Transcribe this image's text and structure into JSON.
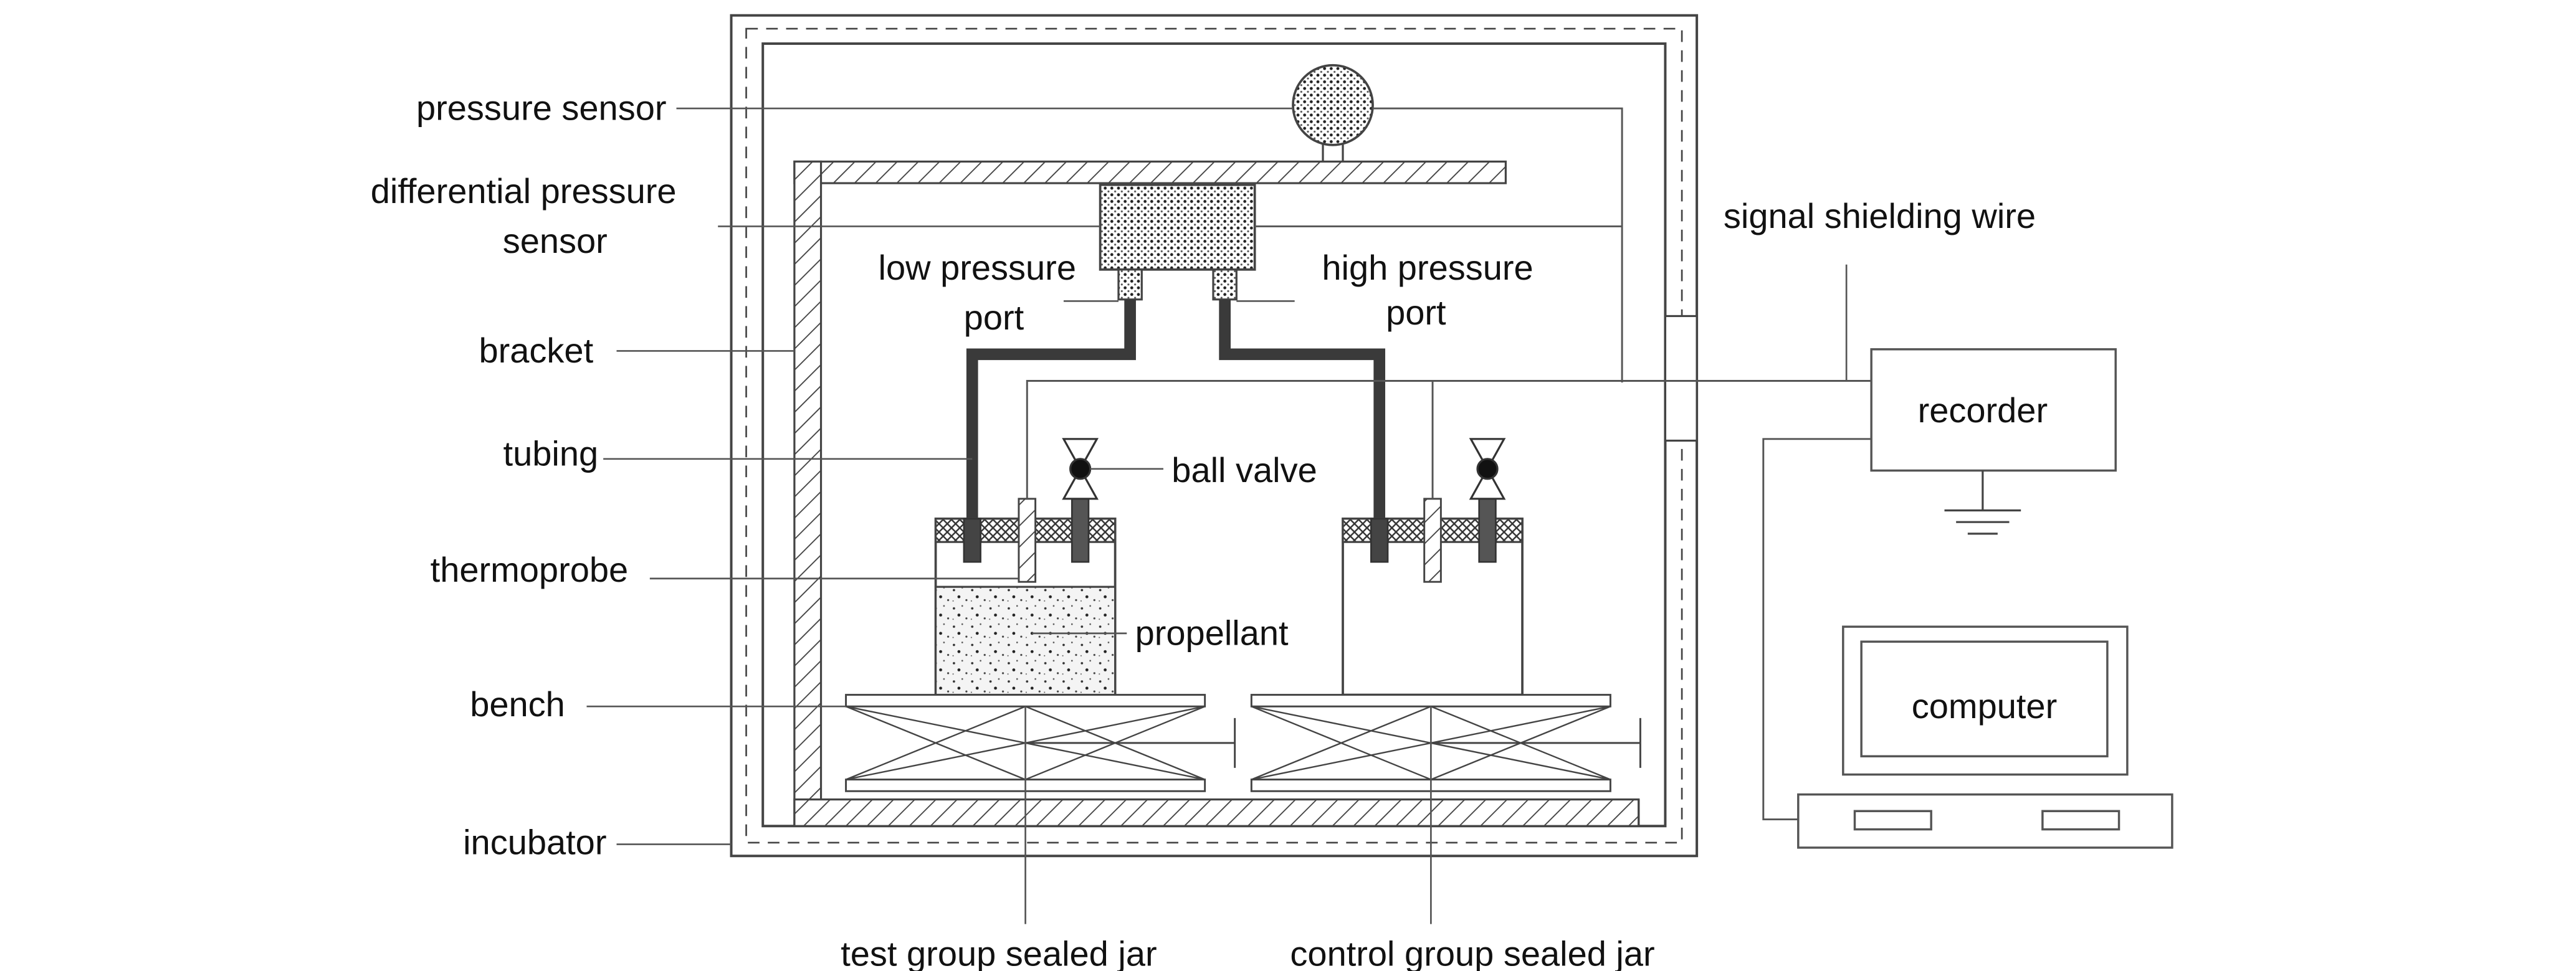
{
  "labels": {
    "pressure_sensor": "pressure sensor",
    "differential_pressure_sensor_line1": "differential pressure",
    "differential_pressure_sensor_line2": "sensor",
    "bracket": "bracket",
    "tubing": "tubing",
    "thermoprobe": "thermoprobe",
    "bench": "bench",
    "incubator": "incubator",
    "low_pressure_port_line1": "low pressure",
    "low_pressure_port_line2": "port",
    "high_pressure_port_line1": "high pressure",
    "high_pressure_port_line2": "port",
    "ball_valve": "ball valve",
    "propellant": "propellant",
    "signal_shielding_wire": "signal shielding wire",
    "recorder": "recorder",
    "computer": "computer",
    "test_group_sealed_jar": "test group sealed jar",
    "control_group_sealed_jar": "control group sealed jar"
  },
  "colors": {
    "line": "#333333",
    "tube": "#3a3a3a",
    "hatch": "#555555"
  }
}
